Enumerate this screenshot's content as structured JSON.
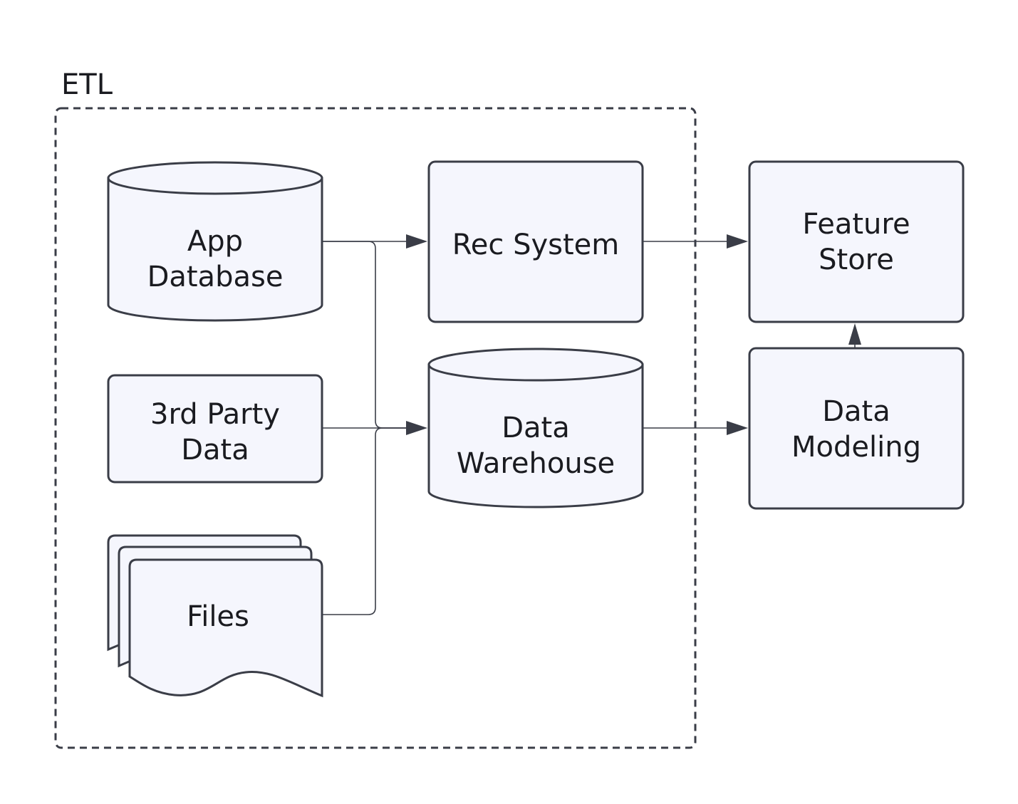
{
  "group": {
    "label": "ETL"
  },
  "nodes": {
    "app_database": {
      "line1": "App",
      "line2": "Database"
    },
    "third_party": {
      "line1": "3rd Party",
      "line2": "Data"
    },
    "files": {
      "label": "Files"
    },
    "rec_system": {
      "label": "Rec System"
    },
    "data_warehouse": {
      "line1": "Data",
      "line2": "Warehouse"
    },
    "feature_store": {
      "line1": "Feature",
      "line2": "Store"
    },
    "data_modeling": {
      "line1": "Data",
      "line2": "Modeling"
    }
  },
  "edges": [
    {
      "from": "App Database",
      "to": "Rec System"
    },
    {
      "from": "App Database",
      "to": "Data Warehouse"
    },
    {
      "from": "3rd Party Data",
      "to": "Data Warehouse"
    },
    {
      "from": "Files",
      "to": "Data Warehouse"
    },
    {
      "from": "Rec System",
      "to": "Feature Store"
    },
    {
      "from": "Data Warehouse",
      "to": "Data Modeling"
    },
    {
      "from": "Data Modeling",
      "to": "Feature Store"
    }
  ],
  "colors": {
    "node_fill": "#f5f6fd",
    "stroke": "#3a3d47",
    "text": "#1a1b20"
  }
}
